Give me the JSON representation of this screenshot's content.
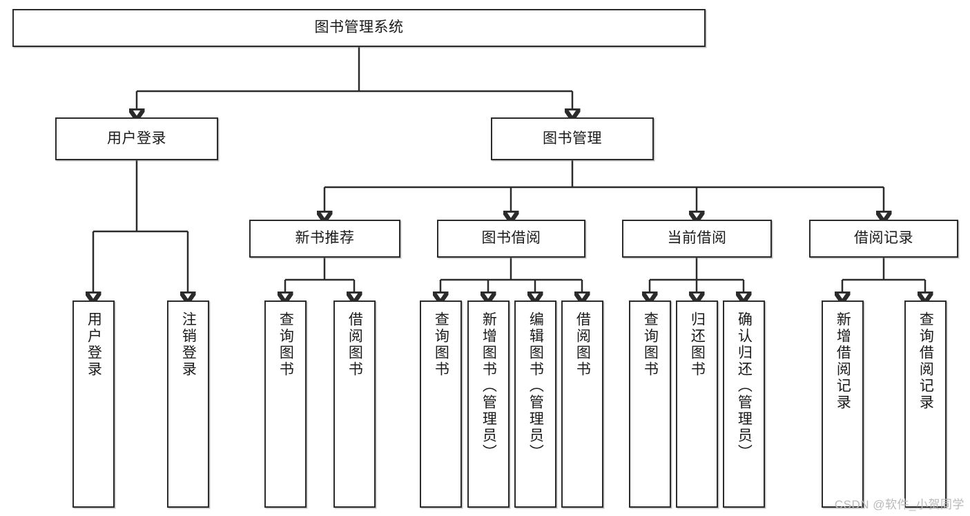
{
  "diagram": {
    "title": "图书管理系统",
    "type": "hierarchy-tree",
    "watermark": "CSDN @软件_小贺同学",
    "colors": {
      "box_border": "#2b2b2b",
      "box_fill": "#ffffff",
      "connector": "#2b2b2b",
      "text": "#1a1a1a",
      "watermark": "#b9b9b9"
    },
    "levels": {
      "root": {
        "label": "图书管理系统"
      },
      "level2": [
        {
          "label": "用户登录"
        },
        {
          "label": "图书管理"
        }
      ],
      "level3": [
        {
          "label": "新书推荐"
        },
        {
          "label": "图书借阅"
        },
        {
          "label": "当前借阅"
        },
        {
          "label": "借阅记录"
        }
      ],
      "leaves": {
        "user_login": [
          {
            "label": "用户登录"
          },
          {
            "label": "注销登录"
          }
        ],
        "new_book_recommend": [
          {
            "label": "查询图书"
          },
          {
            "label": "借阅图书"
          }
        ],
        "book_borrow": [
          {
            "label": "查询图书"
          },
          {
            "label": "新增图书（管理员）"
          },
          {
            "label": "编辑图书（管理员）"
          },
          {
            "label": "借阅图书"
          }
        ],
        "current_borrow": [
          {
            "label": "查询图书"
          },
          {
            "label": "归还图书"
          },
          {
            "label": "确认归还（管理员）"
          }
        ],
        "borrow_record": [
          {
            "label": "新增借阅记录"
          },
          {
            "label": "查询借阅记录"
          }
        ]
      }
    }
  }
}
